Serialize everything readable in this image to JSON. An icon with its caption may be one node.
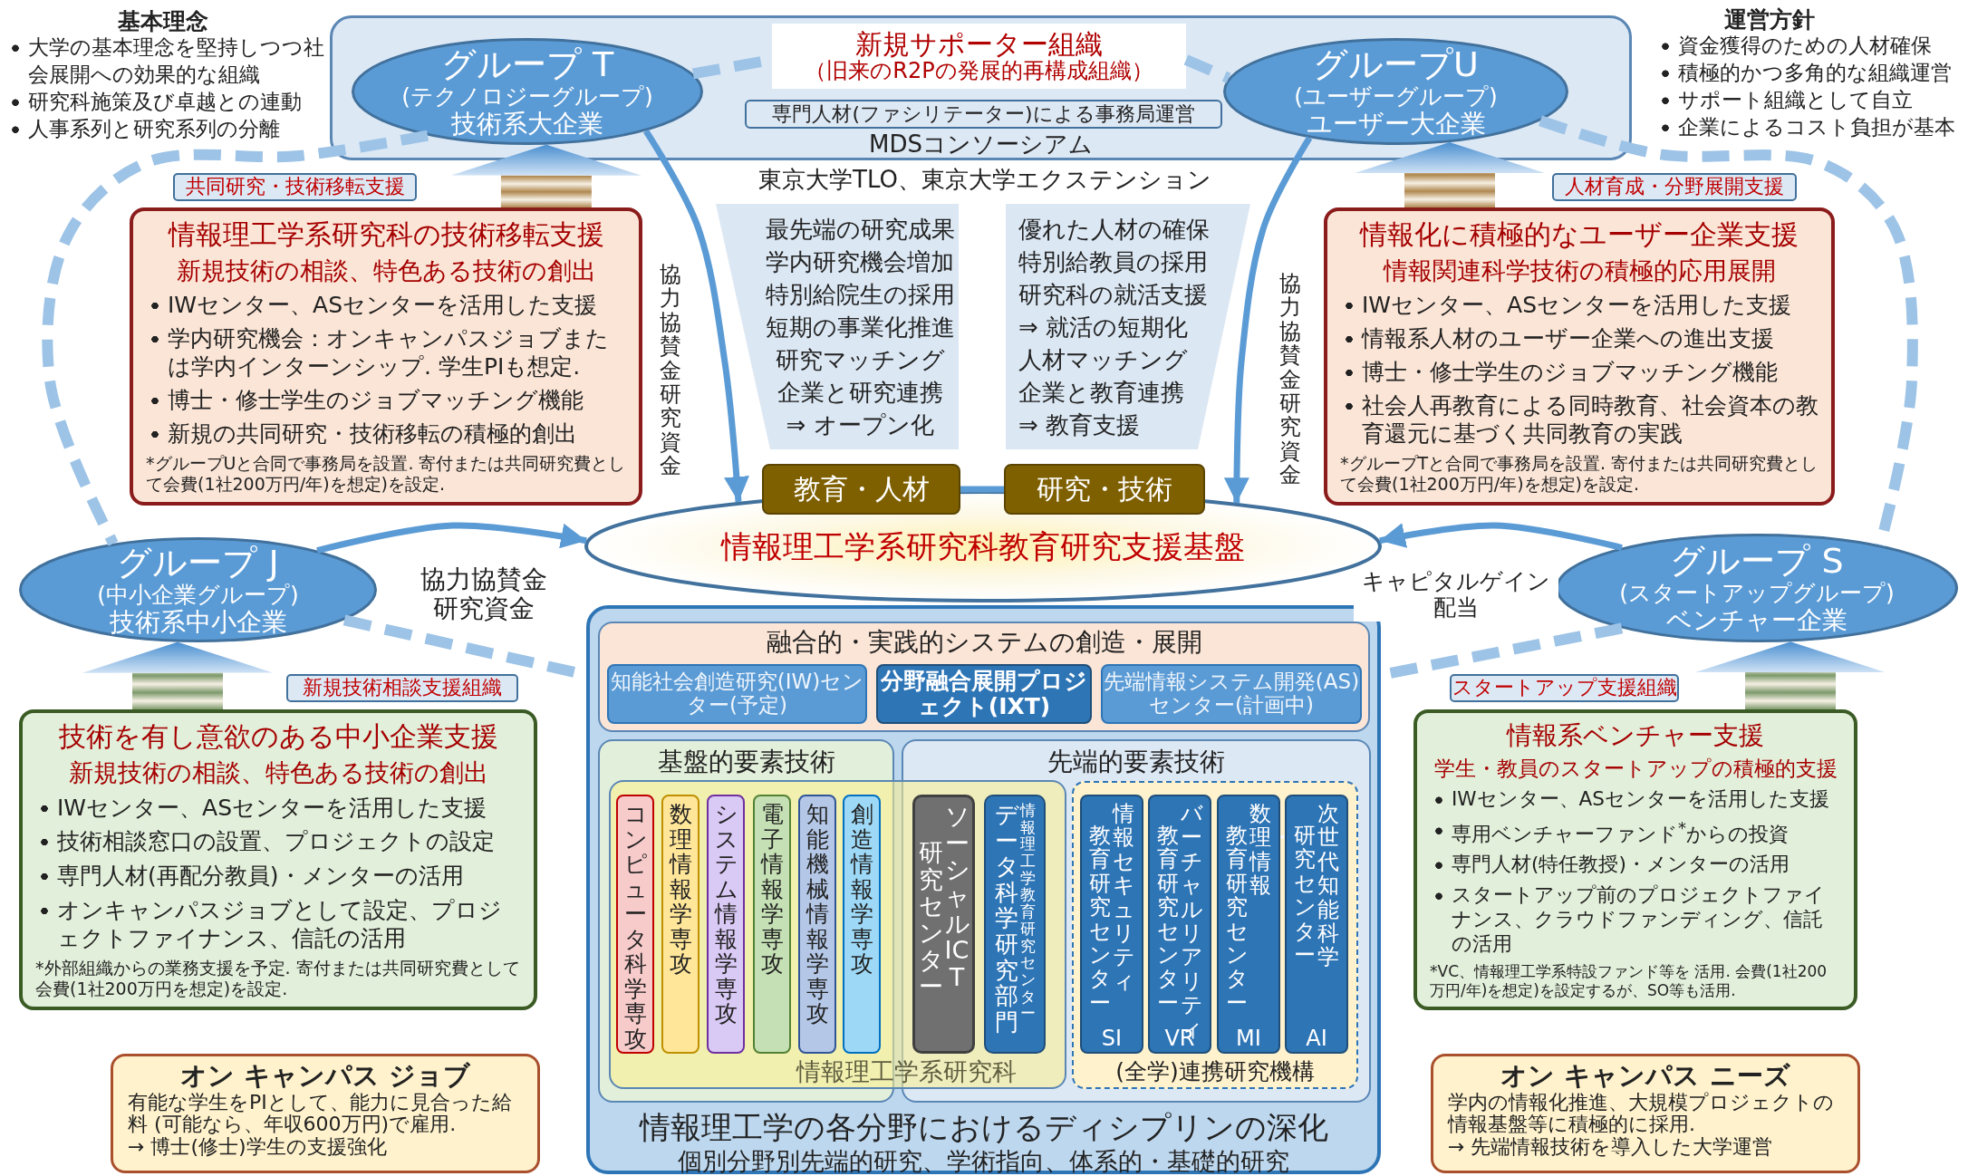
{
  "diagram": {
    "nodes": [
      {
        "text": [
          "MDSコンソーシアム"
        ]
      },
      {
        "text": [
          "新規サポーター組織",
          "（旧来のR2Pの発展的再構成組織）"
        ],
        "in": 0
      },
      {
        "text": [
          "専門人材(ファシリテーター)による事務局運営"
        ],
        "in": 0
      },
      {
        "text": [
          "グループ T",
          "(テクノロジーグループ)",
          "技術系大企業"
        ],
        "in": 0
      },
      {
        "text": [
          "グループU",
          "(ユーザーグループ)",
          "ユーザー大企業"
        ],
        "in": 0
      },
      {
        "text": [
          "共同研究・技術移転支援"
        ]
      },
      {
        "text": [
          "情報理工学系研究科の技術移転支援",
          "新規技術の相談、特色ある技術の創出",
          "IWセンター、ASセンターを活用した支援",
          "学内研究機会：オンキャンパスジョブまたは学内インターンシップ. 学生PIも想定.",
          "博士・修士学生のジョブマッチング機能",
          "新規の共同研究・技術移転の積極的創出",
          "*グループUと合同で事務局を設置. 寄付または共同研究費として会費(1社200万円/年)を想定)を設定."
        ]
      },
      {
        "text": [
          "人材育成・分野展開支援"
        ]
      },
      {
        "text": [
          "情報化に積極的なユーザー企業支援",
          "情報関連科学技術の積極的応用展開",
          "IWセンター、ASセンターを活用した支援",
          "情報系人材のユーザー企業への進出支援",
          "博士・修士学生のジョブマッチング機能",
          "社会人再教育による同時教育、社会資本の教育還元に基づく共同教育の実践",
          "*グループTと合同で事務局を設置. 寄付または共同研究費として会費(1社200万円/年)を想定)を設定."
        ]
      },
      {
        "text": [
          "グループ J",
          "(中小企業グループ)",
          "技術系中小企業"
        ]
      },
      {
        "text": [
          "新規技術相談支援組織"
        ]
      },
      {
        "text": [
          "技術を有し意欲のある中小企業支援",
          "新規技術の相談、特色ある技術の創出",
          "IWセンター、ASセンターを活用した支援",
          "技術相談窓口の設置、プロジェクトの設定",
          "専門人材(再配分教員)・メンターの活用",
          "オンキャンパスジョブとして設定、プロジェクトファイナンス、信託の活用",
          "*外部組織からの業務支援を予定. 寄付または共同研究費として会費(1社200万円を想定)を設定."
        ]
      },
      {
        "text": [
          "グループ S",
          "(スタートアップグループ)",
          "ベンチャー企業"
        ]
      },
      {
        "text": [
          "スタートアップ支援組織"
        ]
      },
      {
        "text": [
          "情報系ベンチャー支援",
          "学生・教員のスタートアップの積極的支援",
          "IWセンター、ASセンターを活用した支援",
          "専用ベンチャーファンド$^{*}$からの投資",
          "専門人材(特任教授)・メンターの活用",
          "スタートアップ前のプロジェクトファイナンス、クラウドファンディング、信託の活用",
          "*VC、情報理工学系特設ファンド等を 活用. 会費(1社200万円/年)を想定)を設定するが、SO等も活用."
        ]
      },
      {
        "text": [
          "最先端の研究成果",
          "学内研究機会増加",
          "特別給院生の採用",
          "短期の事業化推進",
          "研究マッチング",
          "企業と研究連携",
          "⇒ オープン化"
        ]
      },
      {
        "text": [
          "優れた人材の確保",
          "特別給教員の採用",
          "研究科の就活支援",
          "⇒ 就活の短期化",
          "人材マッチング",
          "企業と教育連携",
          "⇒ 教育支援"
        ]
      },
      {
        "text": [
          "教育・人材"
        ]
      },
      {
        "text": [
          "研究・技術"
        ]
      },
      {
        "text": [
          "情報理工学系研究科教育研究支援基盤"
        ]
      },
      {
        "text": [
          "情報理工学の各分野におけるディシプリンの深化",
          "個別分野別先端的研究、学術指向、体系的・基礎的研究"
        ]
      },
      {
        "text": [
          "融合的・実践的システムの創造・展開"
        ],
        "in": 20
      },
      {
        "text": [
          "知能社会創造研究(IW)センター(予定)"
        ],
        "in": 21
      },
      {
        "text": [
          "分野融合展開プロジェクト(IXT)"
        ],
        "in": 21
      },
      {
        "text": [
          "先端情報システム開発(AS)センター(計画中)"
        ],
        "in": 21
      },
      {
        "text": [
          "基盤的要素技術"
        ],
        "in": 20
      },
      {
        "text": [
          "先端的要素技術"
        ],
        "in": 20
      },
      {
        "text": [
          "情報理工学系研究科"
        ],
        "in": 20
      },
      {
        "text": [
          "コンピュータ科学専攻"
        ],
        "in": 25
      },
      {
        "text": [
          "数理情報学専攻"
        ],
        "in": 25
      },
      {
        "text": [
          "システム情報学専攻"
        ],
        "in": 25
      },
      {
        "text": [
          "電子情報学専攻"
        ],
        "in": 25
      },
      {
        "text": [
          "知能機械情報学専攻"
        ],
        "in": 25
      },
      {
        "text": [
          "創造情報学専攻"
        ],
        "in": 25
      },
      {
        "text": [
          "研究センター",
          "ソーシャルICT"
        ]
      },
      {
        "text": [
          "データ科学研究部門",
          "情報理工学教育研究センター"
        ]
      },
      {
        "text": [
          "(全学)連携研究機構"
        ],
        "in": 26
      },
      {
        "text": [
          "教育研究センター",
          "情報セキュリティ",
          "SI"
        ],
        "in": 36
      },
      {
        "text": [
          "教育研究センター",
          "バーチャルリアリティ",
          "VR"
        ],
        "in": 36
      },
      {
        "text": [
          "教育研究センター",
          "数理・情報",
          "MI"
        ],
        "in": 36
      },
      {
        "text": [
          "研究センター",
          "次世代知能科学",
          "AI"
        ],
        "in": 36
      },
      {
        "text": [
          "オン キャンパス ジョブ",
          "有能な学生をPIとして、能力に見合った給料 (可能なら、年収600万円)で雇用.",
          "→ 博士(修士)学生の支援強化"
        ]
      },
      {
        "text": [
          "オン キャンパス ニーズ",
          "学内の情報化推進、大規模プロジェクトの情報基盤等に積極的に採用.",
          "→ 先端情報技術を導入した大学運営"
        ]
      }
    ],
    "edges": [
      {
        "from": 3,
        "to": 19,
        "arrow": "to",
        "label": "協力協賛金研究資金"
      },
      {
        "from": 4,
        "to": 19,
        "arrow": "to",
        "label": "協力協賛金研究資金"
      },
      {
        "from": 9,
        "to": 19,
        "arrow": "to",
        "label": "協力協賛金研究資金"
      },
      {
        "from": 12,
        "to": 19,
        "arrow": "to",
        "label": "キャピタルゲイン配当"
      },
      {
        "from": 17,
        "to": 18,
        "arrow": "none"
      },
      {
        "from": 6,
        "to": 3,
        "arrow": "to",
        "style": "thick",
        "color": "#b08850"
      },
      {
        "from": 8,
        "to": 4,
        "arrow": "to",
        "style": "thick",
        "color": "#b08850"
      },
      {
        "from": 11,
        "to": 9,
        "arrow": "to",
        "style": "thick",
        "color": "#7d9a6c"
      },
      {
        "from": 14,
        "to": 12,
        "arrow": "to",
        "style": "thick",
        "color": "#7d9a6c"
      },
      {
        "from": 3,
        "to": 1,
        "arrow": "none",
        "style": "dashed",
        "color": "#9dc3e6"
      },
      {
        "from": 1,
        "to": 4,
        "arrow": "none",
        "style": "dashed",
        "color": "#9dc3e6"
      },
      {
        "from": 3,
        "to": 9,
        "arrow": "none",
        "style": "dashed",
        "color": "#9dc3e6"
      },
      {
        "from": 4,
        "to": 12,
        "arrow": "none",
        "style": "dashed",
        "color": "#9dc3e6"
      },
      {
        "from": 9,
        "to": 20,
        "arrow": "none",
        "style": "dashed",
        "color": "#9dc3e6"
      },
      {
        "from": 12,
        "to": 20,
        "arrow": "none",
        "style": "dashed",
        "color": "#9dc3e6"
      }
    ],
    "labels": [
      "基本理念",
      "大学の基本理念を堅持しつつ社会展開への効果的な組織",
      "研究科施策及び卓越との連動",
      "人事系列と研究系列の分離",
      "運営方針",
      "資金獲得のための人材確保",
      "積極的かつ多角的な組織運営",
      "サポート組織として自立",
      "企業によるコスト負担が基本",
      "東京大学TLO、東京大学エクステンション"
    ]
  }
}
